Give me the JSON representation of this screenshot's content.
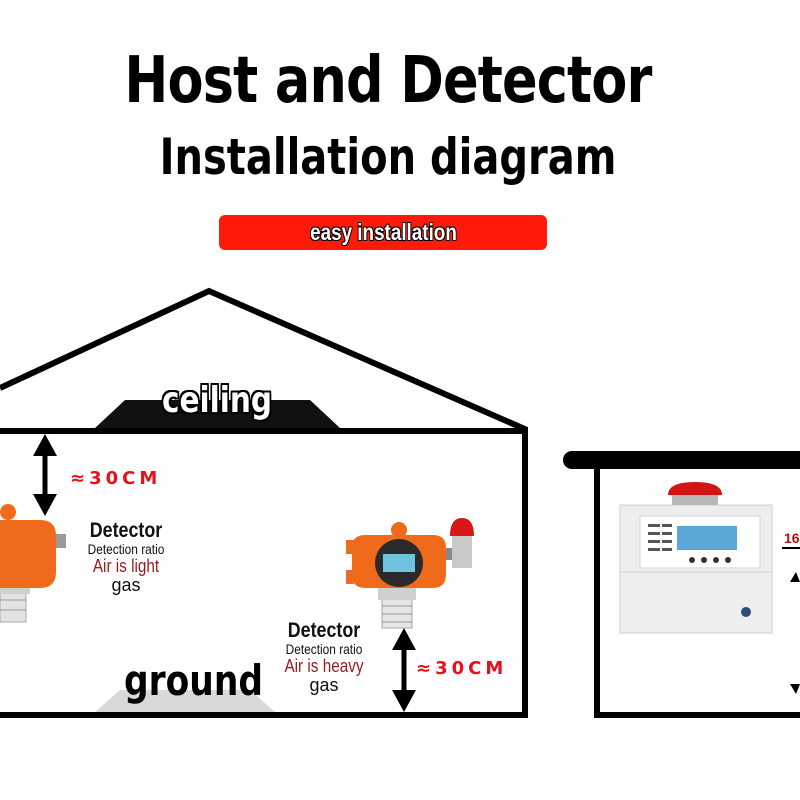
{
  "header": {
    "title": "Host and Detector",
    "subtitle": "Installation diagram",
    "badge": "easy installation"
  },
  "labels": {
    "ceiling": "ceiling",
    "ground": "ground"
  },
  "detector_top": {
    "title": "Detector",
    "ratio": "Detection ratio",
    "type": "Air is light",
    "gas": "gas",
    "distance": "≈30CM"
  },
  "detector_bottom": {
    "title": "Detector",
    "ratio": "Detection ratio",
    "type": "Air is heavy",
    "gas": "gas",
    "distance": "≈30CM"
  },
  "edge_text": "16",
  "colors": {
    "accent_red": "#ff1a0a",
    "detector_orange": "#f06a1c",
    "measure_red": "#e8101a",
    "gas_type_red": "#9a1c1c"
  }
}
